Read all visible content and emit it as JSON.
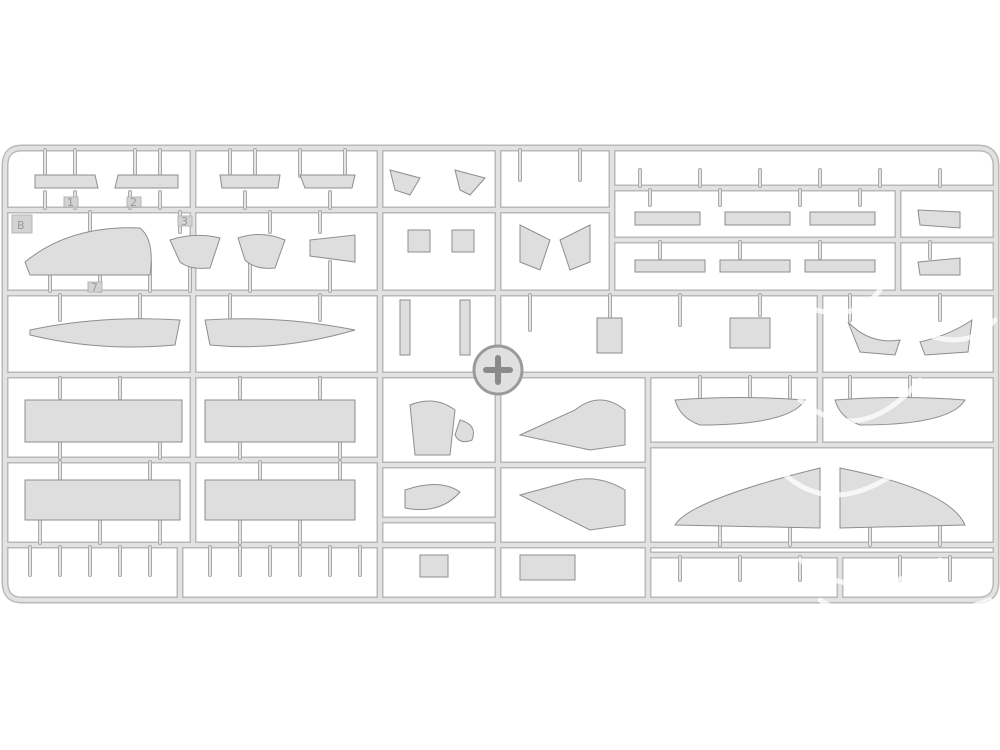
{
  "sprue": {
    "letter": "B",
    "part_numbers": [
      "1",
      "2",
      "3",
      "7"
    ],
    "colors": {
      "plastic": "#dedede",
      "runner": "#b9b9b9",
      "background": "#ffffff"
    }
  }
}
